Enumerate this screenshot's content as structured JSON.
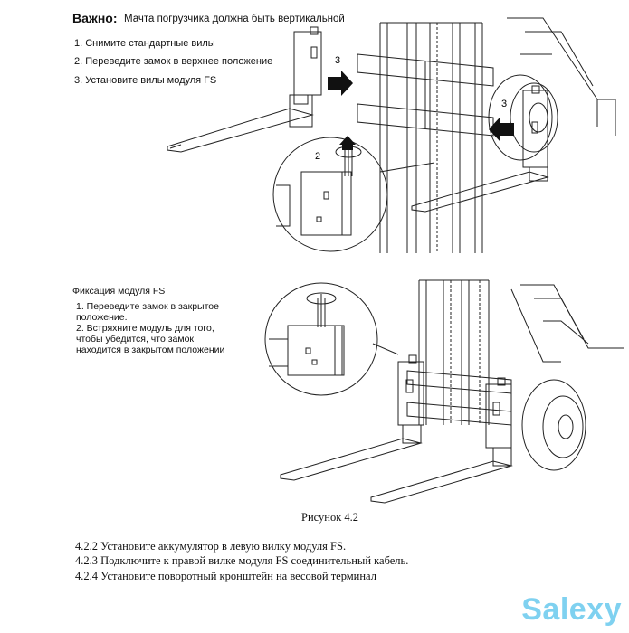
{
  "figure_top": {
    "important_label": "Важно",
    "important_colon": ":",
    "important_text": "Мачта погрузчика должна быть вертикальной",
    "steps": [
      "1.  Снимите стандартные вилы",
      "2. Переведите замок  в верхнее положение",
      "3.  Установите вилы модуля FS"
    ],
    "callouts": [
      "3",
      "3",
      "2"
    ]
  },
  "figure_bottom": {
    "title": "Фиксация модуля FS",
    "step1": [
      "1. Переведите замок в закрытое",
      "положение."
    ],
    "step2": [
      "2. Встряхните модуль для того,",
      "чтобы убедится, что замок",
      "находится в закрытом положении"
    ]
  },
  "caption": "Рисунок 4.2",
  "paragraphs": [
    "4.2.2 Установите аккумулятор в левую вилку модуля FS.",
    "4.2.3 Подключите к правой вилке модуля FS соединительный кабель.",
    "4.2.4 Установите поворотный кронштейн на весовой терминал"
  ],
  "watermark": "Salexy"
}
